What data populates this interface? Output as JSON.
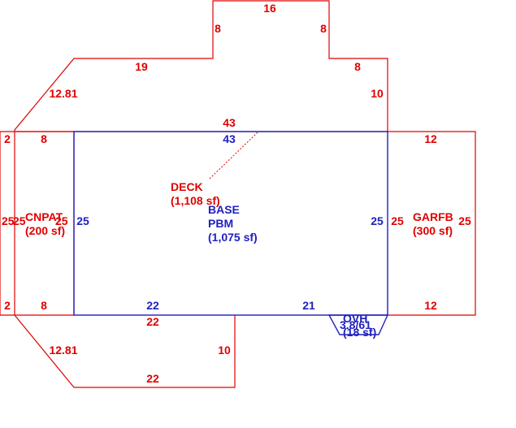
{
  "colors": {
    "deck": "#e00000",
    "base": "#2020c0"
  },
  "deck_dims": {
    "top_16": "16",
    "upper_left_8": "8",
    "upper_right_8": "8",
    "left_19": "19",
    "right_8": "8",
    "diag_upper": "12.81",
    "right_10": "10",
    "top_43": "43",
    "cnpat_top_8": "8",
    "cnpat_left_2_top": "2",
    "cnpat_left_25": "25",
    "cnpat_left_2_bot": "2",
    "cnpat_bot_8": "8",
    "garfb_top_12": "12",
    "garfb_right_25": "25",
    "garfb_bot_12": "12",
    "bottom_22_top": "22",
    "diag_lower": "12.81",
    "bottom_10": "10",
    "bottom_22": "22"
  },
  "base_dims": {
    "top_43": "43",
    "left_25": "25",
    "right_25": "25",
    "bottom_22": "22",
    "bottom_21": "21"
  },
  "areas": {
    "deck": {
      "name": "DECK",
      "size": "(1,108 sf)"
    },
    "base": {
      "name1": "BASE",
      "name2": "PBM",
      "size": "(1,075 sf)"
    },
    "cnpat": {
      "name": "CNPAT",
      "size": "(200 sf)",
      "width": "25"
    },
    "garfb": {
      "name": "GARFB",
      "size": "(300 sf)",
      "width": "25"
    },
    "ovh": {
      "name": "OVH",
      "dims": "3.8/61",
      "size": "(18 sf)"
    }
  }
}
